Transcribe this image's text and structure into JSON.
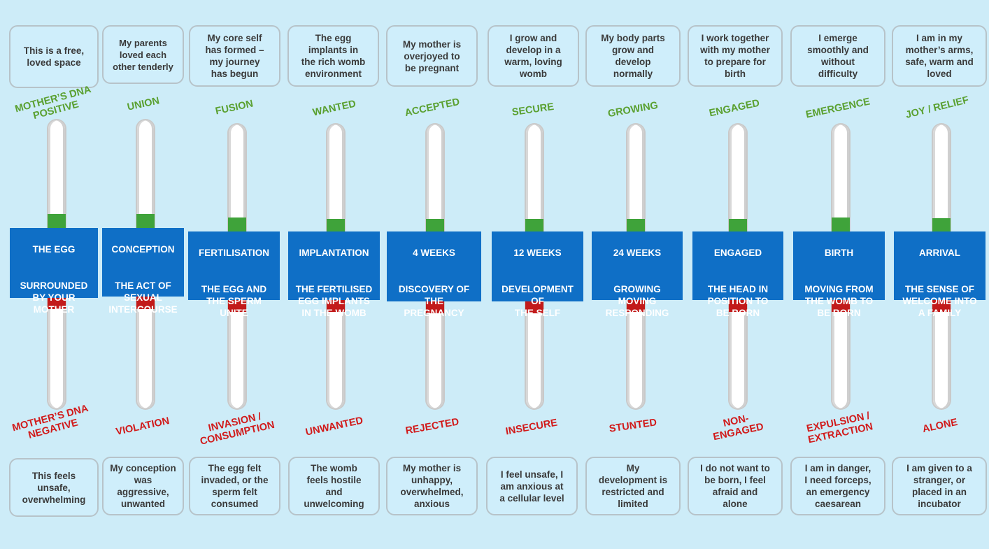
{
  "colors": {
    "background": "#cdecf8",
    "positive": "#5aa030",
    "negative": "#d11a1a",
    "panel": "#0f6fc6",
    "green_segment": "#3fa33a",
    "red_segment": "#c21a1a"
  },
  "stages": [
    {
      "top_text": "This is a free,\nloved space",
      "positive": "MOTHER’S DNA\nPOSITIVE",
      "title": "THE EGG",
      "description": "SURROUNDED\nBY YOUR\nMOTHER",
      "negative": "MOTHER’S DNA\nNEGATIVE",
      "bottom_text": "This feels\nunsafe,\noverwhelming"
    },
    {
      "top_text": "My parents\nloved each\nother tenderly",
      "positive": "UNION",
      "title": "CONCEPTION",
      "description": "THE ACT OF\nSEXUAL\nINTERCOURSE",
      "negative": "VIOLATION",
      "bottom_text": "My conception\nwas\naggressive,\nunwanted"
    },
    {
      "top_text": "My core self\nhas formed –\nmy journey\nhas begun",
      "positive": "FUSION",
      "title": "FERTILISATION",
      "description": "THE EGG AND\nTHE SPERM\nUNITE",
      "negative": "INVASION /\nCONSUMPTION",
      "bottom_text": "The egg felt\ninvaded, or the\nsperm felt\nconsumed"
    },
    {
      "top_text": "The egg\nimplants in\nthe rich womb\nenvironment",
      "positive": "WANTED",
      "title": "IMPLANTATION",
      "description": "THE FERTILISED\nEGG IMPLANTS\nIN THE WOMB",
      "negative": "UNWANTED",
      "bottom_text": "The womb\nfeels hostile\nand\nunwelcoming"
    },
    {
      "top_text": "My mother is\noverjoyed to\nbe pregnant",
      "positive": "ACCEPTED",
      "title": "4 WEEKS",
      "description": "DISCOVERY OF\nTHE\nPREGNANCY",
      "negative": "REJECTED",
      "bottom_text": "My mother is\nunhappy,\noverwhelmed,\nanxious"
    },
    {
      "top_text": "I grow and\ndevelop in a\nwarm, loving\nwomb",
      "positive": "SECURE",
      "title": "12 WEEKS",
      "description": "DEVELOPMENT\nOF\nTHE SELF",
      "negative": "INSECURE",
      "bottom_text": "I feel unsafe, I\nam anxious at\na cellular level"
    },
    {
      "top_text": "My body parts\ngrow and\ndevelop\nnormally",
      "positive": "GROWING",
      "title": "24 WEEKS",
      "description": "GROWING\nMOVING\nRESPONDING",
      "negative": "STUNTED",
      "bottom_text": "My\ndevelopment is\nrestricted and\nlimited"
    },
    {
      "top_text": "I work together\nwith my mother\nto prepare for\nbirth",
      "positive": "ENGAGED",
      "title": "ENGAGED",
      "description": "THE HEAD IN\nPOSITION TO\nBE BORN",
      "negative": "NON-\nENGAGED",
      "bottom_text": "I do not want to\nbe born, I feel\nafraid and\nalone"
    },
    {
      "top_text": "I emerge\nsmoothly and\nwithout\ndifficulty",
      "positive": "EMERGENCE",
      "title": "BIRTH",
      "description": "MOVING FROM\nTHE WOMB TO\nBE BORN",
      "negative": "EXPULSION /\nEXTRACTION",
      "bottom_text": "I am in danger,\nI need forceps,\nan emergency\ncaesarean"
    },
    {
      "top_text": "I am in my\nmother’s arms,\nsafe, warm and\nloved",
      "positive": "JOY / RELIEF",
      "title": "ARRIVAL",
      "description": "THE SENSE OF\nWELCOME INTO\nA FAMILY",
      "negative": "ALONE",
      "bottom_text": "I am given to a\nstranger, or\nplaced in an\nincubator"
    }
  ]
}
